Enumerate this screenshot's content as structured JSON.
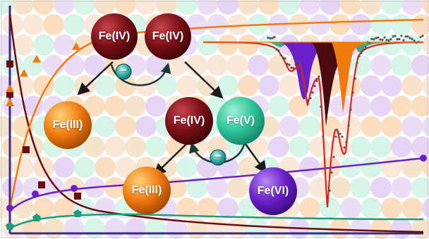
{
  "colors": {
    "feIV": "#7a0f17",
    "feV": "#2fc59a",
    "feIII": "#f07a10",
    "feVI": "#6a1fc8",
    "fit_line": "#e02020",
    "arrow": "#1a1a1a",
    "electron_badge": "#2aa5a0",
    "axis": "#3a2a8a"
  },
  "species": {
    "fe_iv_a": "Fe(IV)",
    "fe_iv_b": "Fe(IV)",
    "fe_iii_a": "Fe(III)",
    "fe_iv_c": "Fe(IV)",
    "fe_v": "Fe(V)",
    "fe_iii_b": "Fe(III)",
    "fe_vi": "Fe(VI)"
  },
  "electron_badge": {
    "symbol": "−"
  },
  "icons": {
    "electron": "minus-sign-badge",
    "curved_arrow": "electron-transfer-arrow"
  }
}
